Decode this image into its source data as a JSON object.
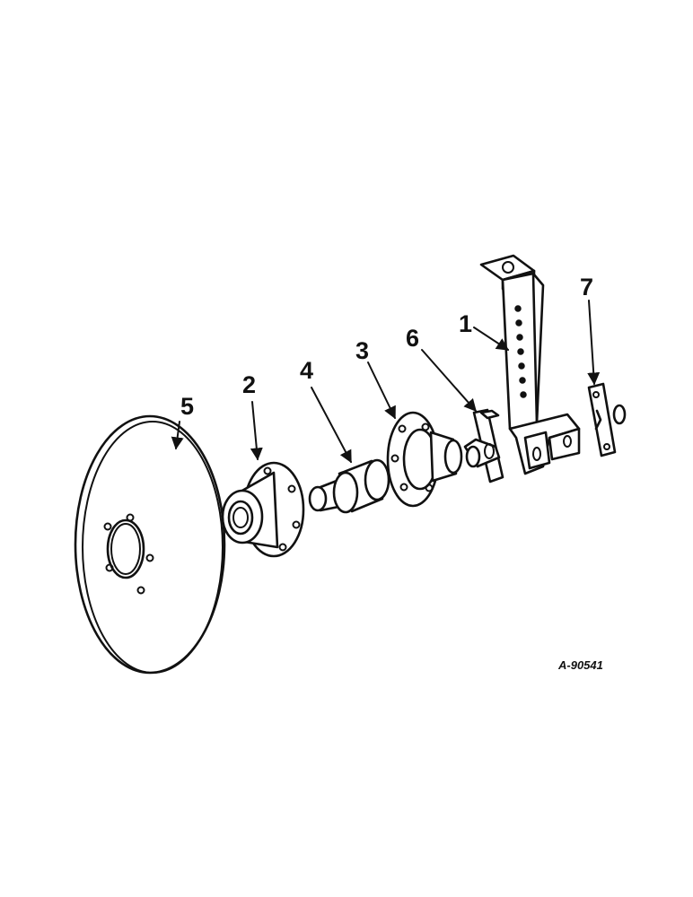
{
  "callouts": [
    {
      "id": "callout-1",
      "label": "1"
    },
    {
      "id": "callout-2",
      "label": "2"
    },
    {
      "id": "callout-3",
      "label": "3"
    },
    {
      "id": "callout-4",
      "label": "4"
    },
    {
      "id": "callout-5",
      "label": "5"
    },
    {
      "id": "callout-6",
      "label": "6"
    },
    {
      "id": "callout-7",
      "label": "7"
    }
  ],
  "drawing_code": "A-90541"
}
